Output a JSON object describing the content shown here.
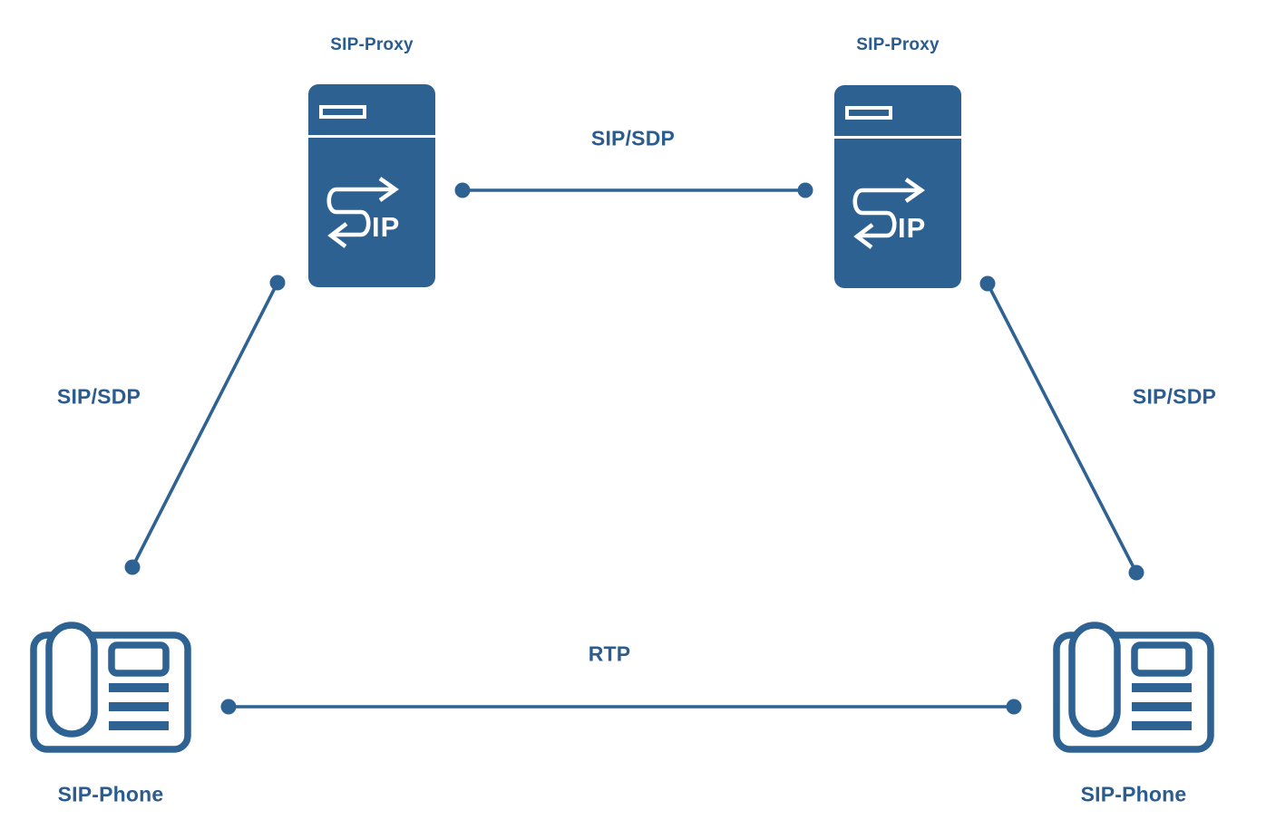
{
  "diagram": {
    "colors": {
      "primary": "#2D6293",
      "node_fill": "#2D6191",
      "label_text": "#2B5C8F",
      "icon_white": "#FFFFFF",
      "background": "#FFFFFF"
    },
    "nodes": {
      "proxy_left": {
        "label": "SIP-Proxy",
        "icon": "ip-router-icon",
        "icon_text": "IP"
      },
      "proxy_right": {
        "label": "SIP-Proxy",
        "icon": "ip-router-icon",
        "icon_text": "IP"
      },
      "phone_left": {
        "label": "SIP-Phone",
        "icon": "desk-phone-icon"
      },
      "phone_right": {
        "label": "SIP-Phone",
        "icon": "desk-phone-icon"
      }
    },
    "edges": {
      "proxy_to_proxy": {
        "label": "SIP/SDP"
      },
      "phone_left_to_proxy_left": {
        "label": "SIP/SDP"
      },
      "proxy_right_to_phone_right": {
        "label": "SIP/SDP"
      },
      "phone_to_phone": {
        "label": "RTP"
      }
    }
  }
}
